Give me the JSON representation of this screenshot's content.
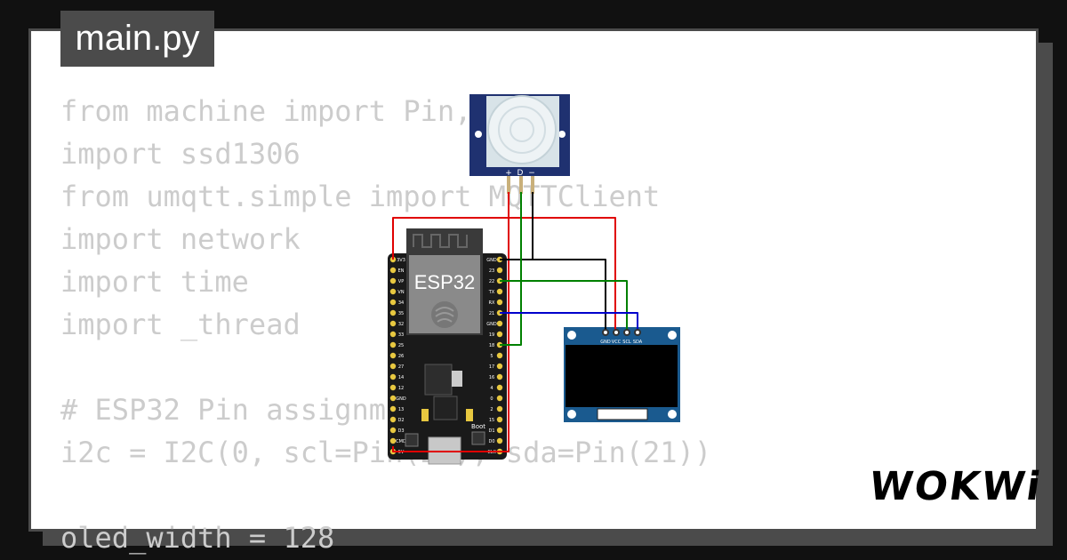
{
  "editor": {
    "filename": "main.py",
    "code_lines": [
      "from machine import Pin, I2C",
      "import ssd1306",
      "from umqtt.simple import MQTTClient",
      "import network",
      "import time",
      "import _thread",
      "",
      "# ESP32 Pin assignment",
      "i2c = I2C(0, scl=Pin(22), sda=Pin(21))",
      "",
      "oled_width = 128"
    ]
  },
  "components": {
    "esp32": {
      "label": "ESP32",
      "boot_label": "Boot",
      "left_pins": [
        "3V3",
        "EN",
        "VP",
        "VN",
        "34",
        "35",
        "32",
        "33",
        "25",
        "26",
        "27",
        "14",
        "12",
        "GND",
        "13",
        "D2",
        "D3",
        "CMD",
        "5V"
      ],
      "right_pins": [
        "GND",
        "23",
        "22",
        "TX",
        "RX",
        "21",
        "GND",
        "19",
        "18",
        "5",
        "17",
        "16",
        "4",
        "0",
        "2",
        "15",
        "D1",
        "D0",
        "CLK"
      ]
    },
    "pir_sensor": {
      "pin_labels": [
        "+",
        "D",
        "−"
      ]
    },
    "oled": {
      "pin_labels": [
        "GND",
        "VCC",
        "SCL",
        "SDA"
      ]
    }
  },
  "wires": {
    "power": "#e00000",
    "ground": "#000000",
    "signal": "#008000",
    "data": "#0000cc"
  },
  "brand": {
    "logo": "WOKWi"
  }
}
